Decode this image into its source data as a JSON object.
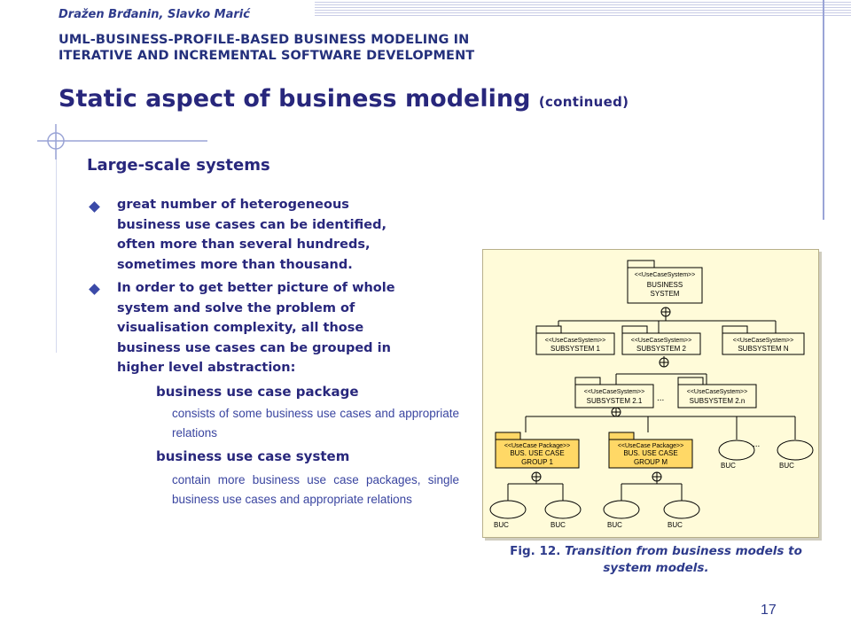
{
  "header": {
    "authors": "Dražen Brđanin, Slavko Marić",
    "paper_title_line1": "UML-BUSINESS-PROFILE-BASED BUSINESS MODELING IN",
    "paper_title_line2": "ITERATIVE AND INCREMENTAL SOFTWARE DEVELOPMENT"
  },
  "slide": {
    "title": "Static aspect of business modeling",
    "title_suffix": "(continued)",
    "section": "Large-scale systems",
    "bullets": [
      {
        "lines": [
          "great number of heterogeneous",
          "business use cases can be identified,",
          "often more than several hundreds,",
          "sometimes more than thousand."
        ]
      },
      {
        "lines": [
          "In order to get better picture of whole",
          "system and solve the problem of",
          "visualisation complexity, all those",
          "business use cases can be grouped in",
          "higher level abstraction:"
        ]
      }
    ],
    "subitems": [
      {
        "heading": "business use case package",
        "text": "consists of some business use cases and appropriate relations"
      },
      {
        "heading": "business use case system",
        "text": "contain more business use case packages, single business use cases and appropriate relations"
      }
    ]
  },
  "figure": {
    "stereo_system": "<<UseCaseSystem>>",
    "stereo_package": "<<UseCase Package>>",
    "business_system_l1": "BUSINESS",
    "business_system_l2": "SYSTEM",
    "subsystem_1": "SUBSYSTEM 1",
    "subsystem_2": "SUBSYSTEM 2",
    "subsystem_n": "SUBSYSTEM N",
    "subsystem_21": "SUBSYSTEM 2.1",
    "subsystem_2n": "SUBSYSTEM 2.n",
    "group_l1": "BUS. USE CASE",
    "group_1_l2": "GROUP 1",
    "group_m_l2": "GROUP M",
    "buc": "BUC",
    "ellipsis": "..."
  },
  "caption": {
    "lead": "Fig. 12.",
    "text": "Transition from business models to system models."
  },
  "page_number": "17",
  "colors": {
    "title": "#28277c",
    "accent_line": "#9aa4d6",
    "figure_bg": "#fffbd9",
    "package_fill": "#ffd866"
  }
}
